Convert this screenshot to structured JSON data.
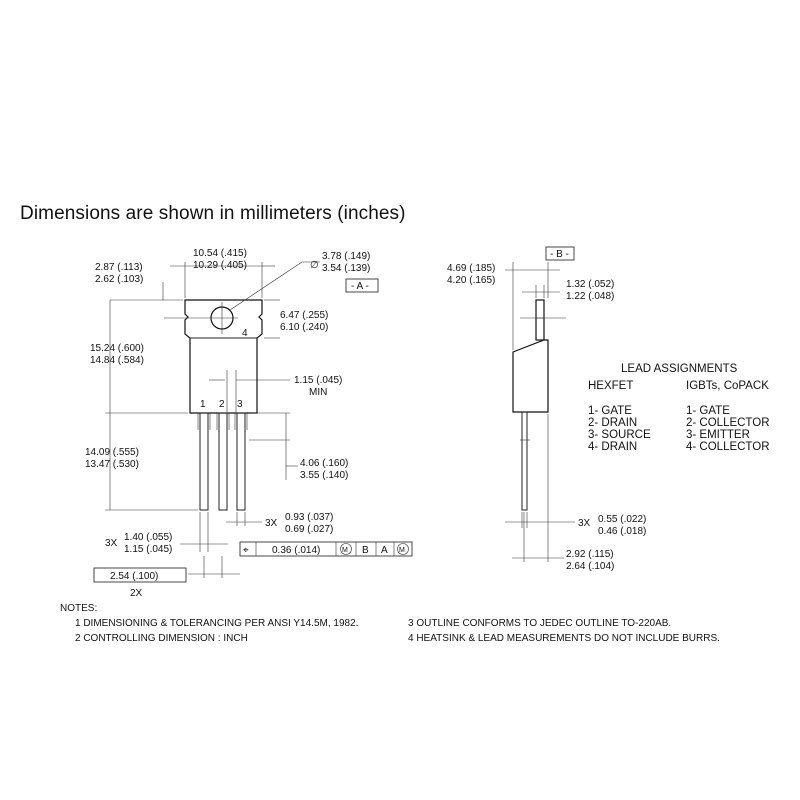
{
  "title": "Dimensions are shown in millimeters (inches)",
  "front": {
    "d_tab_thick": [
      "2.87 (.113)",
      "2.62 (.103)"
    ],
    "d_width": [
      "10.54 (.415)",
      "10.29 (.405)"
    ],
    "d_hole": [
      "3.78 (.149)",
      "3.54 (.139)"
    ],
    "diam_symbol": "∅",
    "datum_a": "- A -",
    "d_hole_pos": [
      "6.47 (.255)",
      "6.10 (.240)"
    ],
    "tab_pin": "4",
    "d_height": [
      "15.24 (.600)",
      "14.84 (.584)"
    ],
    "d_shoulder": "1.15 (.045)",
    "d_shoulder_min": "MIN",
    "pins": [
      "1",
      "2",
      "3"
    ],
    "d_lead_len": [
      "14.09 (.555)",
      "13.47 (.530)"
    ],
    "d_lead_extra": [
      "4.06 (.160)",
      "3.55 (.140)"
    ],
    "d_lead_w_mult": "3X",
    "d_lead_w": [
      "0.93 (.037)",
      "0.69 (.027)"
    ],
    "d_lead_pitch_mult": "3X",
    "d_lead_pitch": [
      "1.40 (.055)",
      "1.15 (.045)"
    ],
    "tolerance": [
      "⌖",
      "0.36 (.014)",
      "M",
      "B",
      "A",
      "M"
    ],
    "d_spacing": "2.54 (.100)",
    "d_spacing_mult": "2X"
  },
  "side": {
    "datum_b": "- B -",
    "d_depth": [
      "4.69 (.185)",
      "4.20 (.165)"
    ],
    "d_tab": [
      "1.32 (.052)",
      "1.22 (.048)"
    ],
    "d_lead_t_mult": "3X",
    "d_lead_t": [
      "0.55 (.022)",
      "0.46 (.018)"
    ],
    "d_offset": [
      "2.92 (.115)",
      "2.64 (.104)"
    ]
  },
  "lead_assignments": {
    "title": "LEAD ASSIGNMENTS",
    "hexfet_title": "HEXFET",
    "igbt_title": "IGBTs, CoPACK",
    "hexfet": [
      "1- GATE",
      "2- DRAIN",
      "3- SOURCE",
      "4- DRAIN"
    ],
    "igbt": [
      "1- GATE",
      "2- COLLECTOR",
      "3- EMITTER",
      "4- COLLECTOR"
    ]
  },
  "notes": {
    "heading": "NOTES:",
    "items": [
      "1  DIMENSIONING & TOLERANCING PER ANSI Y14.5M, 1982.",
      "2  CONTROLLING DIMENSION : INCH",
      "3  OUTLINE CONFORMS TO JEDEC OUTLINE TO-220AB.",
      "4  HEATSINK & LEAD MEASUREMENTS DO NOT INCLUDE BURRS."
    ]
  }
}
